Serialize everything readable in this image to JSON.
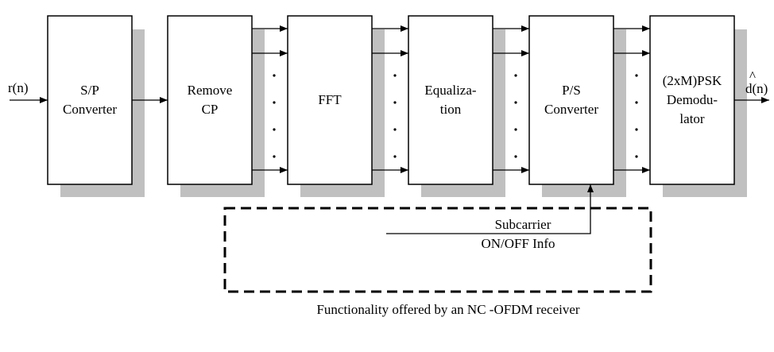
{
  "diagram": {
    "input_label": "r(n)",
    "output_label": "d(n)",
    "output_hat": "^",
    "blocks": [
      {
        "id": "sp",
        "lines": [
          "S/P",
          "Converter"
        ]
      },
      {
        "id": "cp",
        "lines": [
          "Remove",
          "CP"
        ]
      },
      {
        "id": "fft",
        "lines": [
          "FFT"
        ]
      },
      {
        "id": "eq",
        "lines": [
          "Equaliza-",
          "tion"
        ]
      },
      {
        "id": "ps",
        "lines": [
          "P/S",
          "Converter"
        ]
      },
      {
        "id": "psk",
        "lines": [
          "(2xM)PSK",
          "Demodu-",
          "lator"
        ]
      }
    ],
    "info_label_line1": "Subcarrier",
    "info_label_line2": "ON/OFF Info",
    "caption": "Functionality offered by an NC -OFDM receiver",
    "colors": {
      "shadow": "#c0c0c0",
      "stroke": "#000000"
    }
  }
}
